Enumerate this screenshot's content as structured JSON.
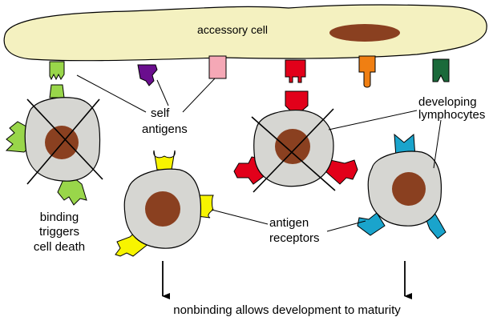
{
  "colors": {
    "accessory_cell_fill": "#f4f1c0",
    "nucleus": "#8a4020",
    "lymphocyte_fill": "#d6d6d2",
    "receptor_green": "#99d64a",
    "antigen_purple": "#6a0e8e",
    "antigen_pink": "#f5a8b6",
    "antigen_red": "#e2001a",
    "antigen_orange": "#f07f12",
    "antigen_darkgreen": "#1a6a3a",
    "receptor_yellow": "#f7f400",
    "receptor_blue": "#1aa4cc"
  },
  "labels": {
    "accessory_cell": "accessory cell",
    "self_antigens": [
      "self",
      "antigens"
    ],
    "developing_lymphocytes": [
      "developing",
      "lymphocytes"
    ],
    "binding_triggers": [
      "binding",
      "triggers",
      "cell death"
    ],
    "antigen_receptors": [
      "antigen",
      "receptors"
    ],
    "nonbinding": "nonbinding allows development to maturity"
  },
  "icons": [
    "cross-mark-icon",
    "down-arrow-icon"
  ]
}
